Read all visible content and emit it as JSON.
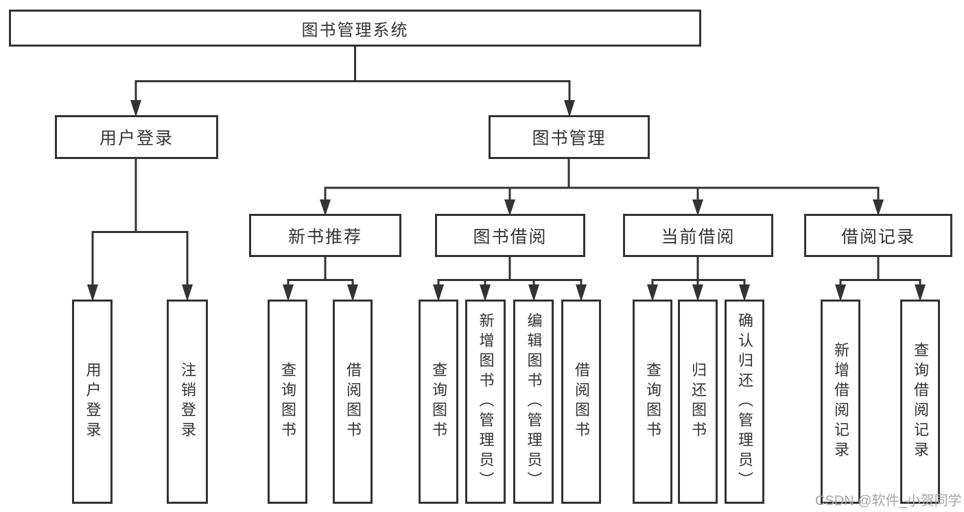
{
  "diagram": {
    "root": {
      "label": "图书管理系统"
    },
    "level2": [
      {
        "id": "login",
        "label": "用户登录"
      },
      {
        "id": "mgmt",
        "label": "图书管理"
      }
    ],
    "level3": [
      {
        "id": "rec",
        "label": "新书推荐"
      },
      {
        "id": "borrow",
        "label": "图书借阅"
      },
      {
        "id": "current",
        "label": "当前借阅"
      },
      {
        "id": "records",
        "label": "借阅记录"
      }
    ],
    "level4": {
      "login": [
        "用户登录",
        "注销登录"
      ],
      "rec": [
        "查询图书",
        "借阅图书"
      ],
      "borrow": [
        "查询图书",
        "新增图书（管理员）",
        "编辑图书（管理员）",
        "借阅图书"
      ],
      "current": [
        "查询图书",
        "归还图书",
        "确认归还（管理员）"
      ],
      "records": [
        "新增借阅记录",
        "查询借阅记录"
      ]
    }
  },
  "watermark": "CSDN @软件_小贺同学",
  "colors": {
    "stroke": "#333333",
    "text": "#333333",
    "background": "#ffffff",
    "watermark": "#a6a6a6"
  }
}
